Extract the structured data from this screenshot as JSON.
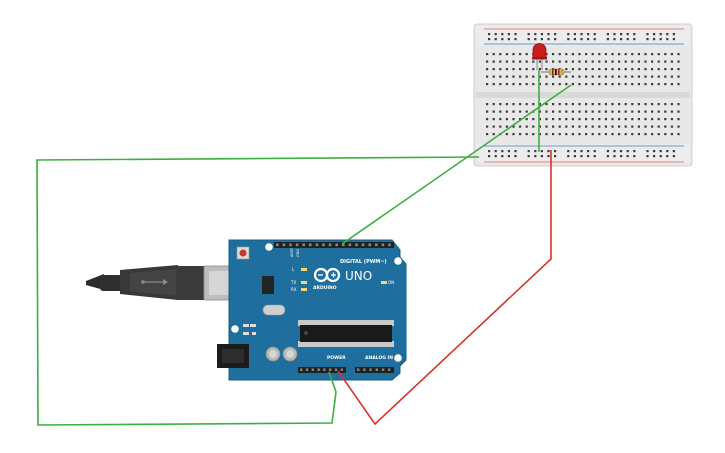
{
  "board": {
    "brand": "ARDUINO",
    "model": "UNO",
    "digital_header": "DIGITAL (PWM~)",
    "power_header": "POWER",
    "analog_header": "ANALOG IN",
    "on_label": "ON",
    "l_label": "L",
    "tx_label": "TX",
    "rx_label": "RX",
    "aref_label": "AREF",
    "gnd_label": "GND"
  },
  "colors": {
    "board_blue": "#1f6f9e",
    "wire_green": "#3fae3f",
    "wire_red": "#d8352a",
    "breadboard": "#e6e6e6",
    "usb_cable": "#2b2b2b",
    "led_red": "#c81e1e"
  },
  "icons": {
    "arduino_logo": "infinity-logo-icon",
    "usb_plug": "usb-plug-icon",
    "led": "led-icon",
    "resistor": "resistor-icon"
  }
}
